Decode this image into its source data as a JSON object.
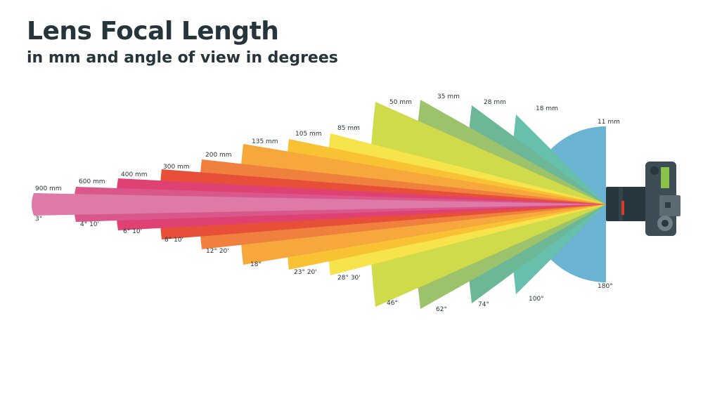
{
  "title": "Lens Focal Length",
  "subtitle": "in mm and angle of view in degrees",
  "lenses": [
    {
      "focal": "11 mm",
      "angle": "180°",
      "color": "#6ab3d3"
    },
    {
      "focal": "18 mm",
      "angle": "100°",
      "color": "#67c0ac"
    },
    {
      "focal": "28 mm",
      "angle": "74°",
      "color": "#6cb896"
    },
    {
      "focal": "35 mm",
      "angle": "62°",
      "color": "#9cc36b"
    },
    {
      "focal": "50 mm",
      "angle": "46°",
      "color": "#cfdb4a"
    },
    {
      "focal": "85 mm",
      "angle": "28° 30'",
      "color": "#f7e34c"
    },
    {
      "focal": "105 mm",
      "angle": "23° 20'",
      "color": "#f9c234"
    },
    {
      "focal": "135 mm",
      "angle": "18°",
      "color": "#f6a83c"
    },
    {
      "focal": "200 mm",
      "angle": "12° 20'",
      "color": "#f0803e"
    },
    {
      "focal": "300 mm",
      "angle": "8° 10'",
      "color": "#e74f39"
    },
    {
      "focal": "400 mm",
      "angle": "6° 10'",
      "color": "#df4272"
    },
    {
      "focal": "600 mm",
      "angle": "4° 10'",
      "color": "#d9578a"
    },
    {
      "focal": "900 mm",
      "angle": "3°",
      "color": "#dd7aa7"
    }
  ],
  "camera": {
    "body_color": "#3d4d55",
    "lens_color": "#27373e",
    "accent_color": "#8bc34a",
    "red_ring": "#d83a2a"
  }
}
